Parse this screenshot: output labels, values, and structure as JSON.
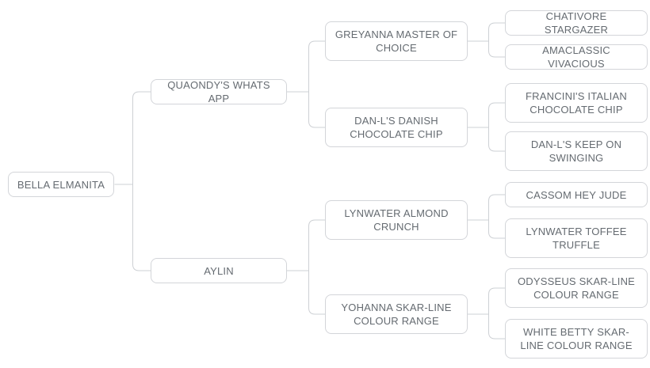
{
  "diagram_type": "pedigree-family-tree",
  "colors": {
    "background": "#ffffff",
    "node_border": "#d3d5d9",
    "node_text": "#656b71",
    "connector_line": "#cdd0d4"
  },
  "tree": {
    "label": "BELLA ELMANITA",
    "children": [
      {
        "label": "QUAONDY'S WHATS APP",
        "children": [
          {
            "label": "GREYANNA MASTER OF CHOICE",
            "children": [
              {
                "label": "CHATIVORE STARGAZER"
              },
              {
                "label": "AMACLASSIC VIVACIOUS"
              }
            ]
          },
          {
            "label": "DAN-L'S DANISH CHOCOLATE CHIP",
            "children": [
              {
                "label": "FRANCINI'S ITALIAN CHOCOLATE CHIP"
              },
              {
                "label": "DAN-L'S KEEP ON SWINGING"
              }
            ]
          }
        ]
      },
      {
        "label": "AYLIN",
        "children": [
          {
            "label": "LYNWATER ALMOND CRUNCH",
            "children": [
              {
                "label": "CASSOM HEY JUDE"
              },
              {
                "label": "LYNWATER TOFFEE TRUFFLE"
              }
            ]
          },
          {
            "label": "YOHANNA SKAR-LINE COLOUR RANGE",
            "children": [
              {
                "label": "ODYSSEUS SKAR-LINE COLOUR RANGE"
              },
              {
                "label": "WHITE BETTY SKAR-LINE COLOUR RANGE"
              }
            ]
          }
        ]
      }
    ]
  }
}
